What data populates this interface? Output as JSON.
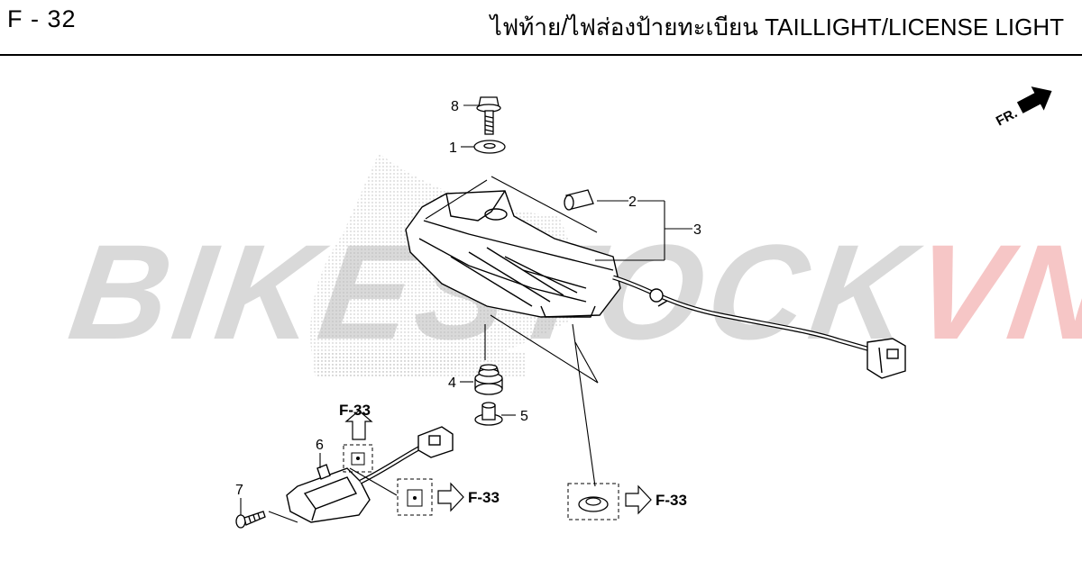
{
  "header": {
    "page_code": "F - 32",
    "title": "ไฟท้าย/ไฟส่องป้ายทะเบียน TAILLIGHT/LICENSE LIGHT"
  },
  "watermark": {
    "main": "BIKES",
    "mid": "TOCK",
    "accent": "VN"
  },
  "direction_label": "FR.",
  "callouts": [
    "8",
    "1",
    "2",
    "3",
    "4",
    "5",
    "6",
    "7"
  ],
  "references": [
    "F-33",
    "F-33",
    "F-33"
  ]
}
